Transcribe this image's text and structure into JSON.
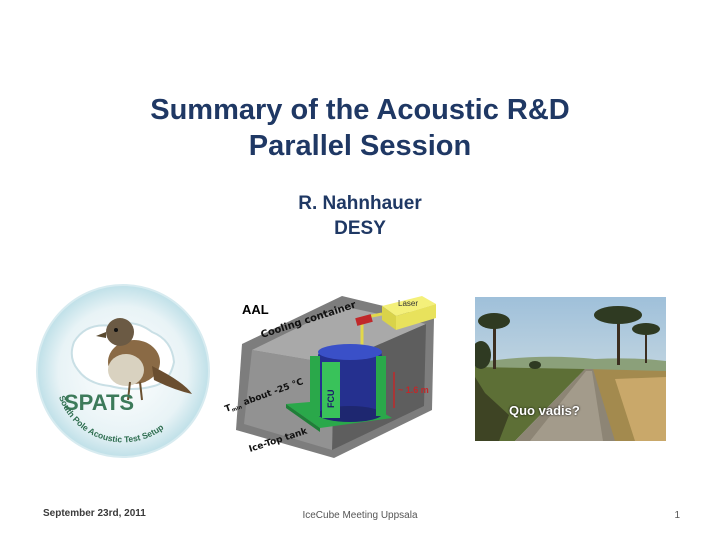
{
  "title": {
    "line1": "Summary of the Acoustic R&D",
    "line2": "Parallel Session"
  },
  "author": {
    "name": "R. Nahnhauer",
    "affiliation": "DESY"
  },
  "logo": {
    "main_text": "SPATS",
    "ring_text": "South Pole Acoustic Test Setup"
  },
  "diagram": {
    "aal_label": "AAL",
    "cooling_label": "Cooling container",
    "laser_label": "Laser",
    "fcu_label": "FCU",
    "temp_label_t": "T",
    "temp_label_sub": "min",
    "temp_label_rest": "about -25 °C",
    "size_label": "~ 1.6 m",
    "tank_label": "Ice-Top tank"
  },
  "photo": {
    "caption": "Quo vadis?"
  },
  "footer": {
    "date": "September 23rd, 2011",
    "event": "IceCube Meeting Uppsala",
    "page": "1"
  },
  "colors": {
    "title": "#1f3864"
  }
}
